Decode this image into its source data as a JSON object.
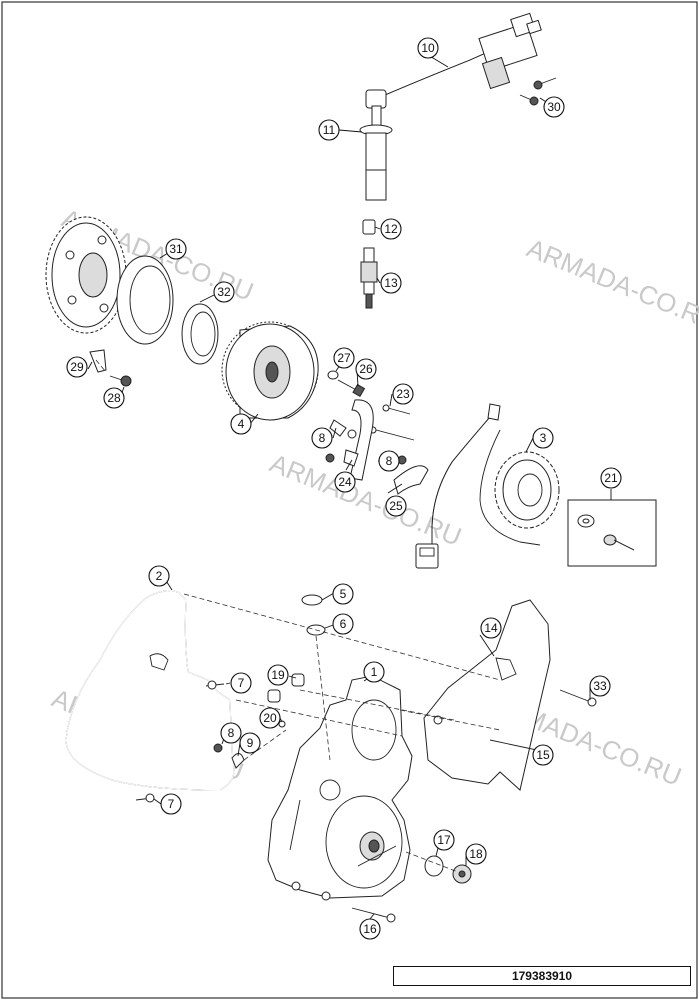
{
  "watermarks": [
    "ARMADA-CO.RU",
    "ARMADA-CO.RU",
    "ARMADA-CO.RU",
    "ARMADA-CO.RU",
    "ARMADA-CO.RU"
  ],
  "callouts": [
    "10",
    "30",
    "11",
    "12",
    "13",
    "31",
    "32",
    "29",
    "28",
    "27",
    "26",
    "4",
    "23",
    "8",
    "8",
    "24",
    "25",
    "3",
    "21",
    "2",
    "5",
    "6",
    "14",
    "1",
    "19",
    "7",
    "33",
    "20",
    "8",
    "9",
    "15",
    "7",
    "17",
    "18",
    "16"
  ],
  "diagram_code": "179383910"
}
